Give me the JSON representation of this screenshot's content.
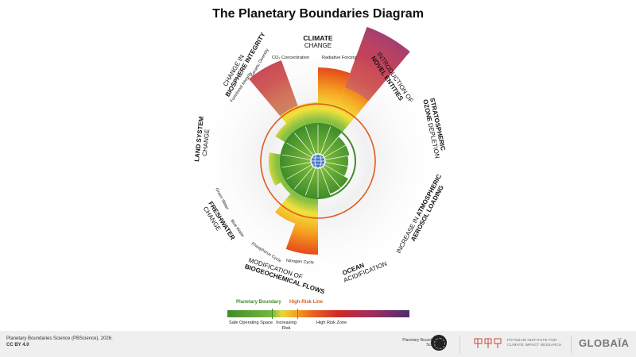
{
  "title": "The Planetary Boundaries Diagram",
  "boundaries": {
    "climate": {
      "line1": "CLIMATE",
      "line2": "CHANGE",
      "sub1": "CO₂ Concentration",
      "sub2": "Radiative Forcing"
    },
    "novel": {
      "line1": "INTRODUCTION OF",
      "line2": "NOVEL ENTITIES"
    },
    "ozone": {
      "line1": "STRATOSPHERIC",
      "line2": "OZONE",
      "line3": "DEPLETION"
    },
    "aerosol": {
      "line1": "INCREASE IN",
      "line2": "ATMOSPHERIC",
      "line3": "AEROSOL LOADING"
    },
    "ocean": {
      "line1": "OCEAN",
      "line2": "ACIDIFICATION"
    },
    "biogeo": {
      "line1": "MODIFICATION OF",
      "line2": "BIOGEOCHEMICAL FLOWS",
      "sub1": "Phosphorus Cycle",
      "sub2": "Nitrogen Cycle"
    },
    "freshwater": {
      "line1": "FRESHWATER",
      "line2": "CHANGE",
      "sub1": "Green Water",
      "sub2": "Blue Water"
    },
    "land": {
      "line1": "LAND SYSTEM",
      "line2": "CHANGE"
    },
    "biosphere": {
      "line1": "CHANGE IN",
      "line2": "BIOSPHERE INTEGRITY",
      "sub1": "Functional Integrity",
      "sub2": "Genetic Diversity"
    }
  },
  "legend": {
    "planetary_boundary": "Planetary Boundary",
    "high_risk_line": "High-Risk Line",
    "safe_space": "Safe Operating Space",
    "increasing_risk_1": "Increasing",
    "increasing_risk_2": "Risk",
    "high_risk_zone": "High Risk Zone"
  },
  "footer": {
    "credit_line1": "Planetary Boundaries Science (PBScience), 2026.",
    "credit_line2": "CC BY 4.0",
    "pbs_name_1": "Planetary Boundaries",
    "pbs_name_2": "Science",
    "pik_line1": "POTSDAM INSTITUTE FOR",
    "pik_line2": "CLIMATE IMPACT RESEARCH",
    "globaia": "GLOBAÏA"
  },
  "colors": {
    "safe": "#3f8d2a",
    "boundary_green": "#3f8d2a",
    "high_risk_orange": "#e05a1f",
    "text": "#111111"
  }
}
